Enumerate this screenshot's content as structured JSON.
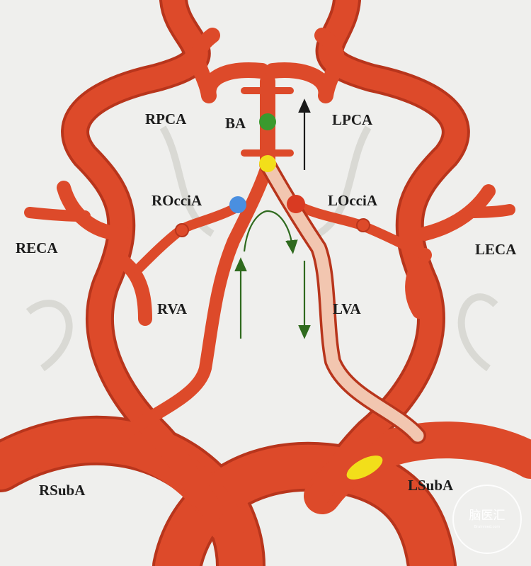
{
  "labels": {
    "rpca": "RPCA",
    "ba": "BA",
    "lpca": "LPCA",
    "rocci": "ROcciA",
    "locci": "LOcciA",
    "reca": "RECA",
    "leca": "LECA",
    "rva": "RVA",
    "lva": "LVA",
    "rsuba": "RSubA",
    "lsuba": "LSubA"
  },
  "watermark": {
    "text": "脑医汇",
    "subtext": "Brainmed.com"
  },
  "colors": {
    "background": "#efefed",
    "artery": "#dd4a2a",
    "artery_dark": "#b8351c",
    "occluded_vessel": "#f2c6b0",
    "marker_green": "#3a9a2e",
    "marker_yellow": "#f2df1a",
    "marker_blue": "#4a8fe0",
    "marker_red": "#d93a22",
    "flow_arrow_green": "#2f6a1e",
    "flow_arrow_black": "#1a1a1a"
  }
}
